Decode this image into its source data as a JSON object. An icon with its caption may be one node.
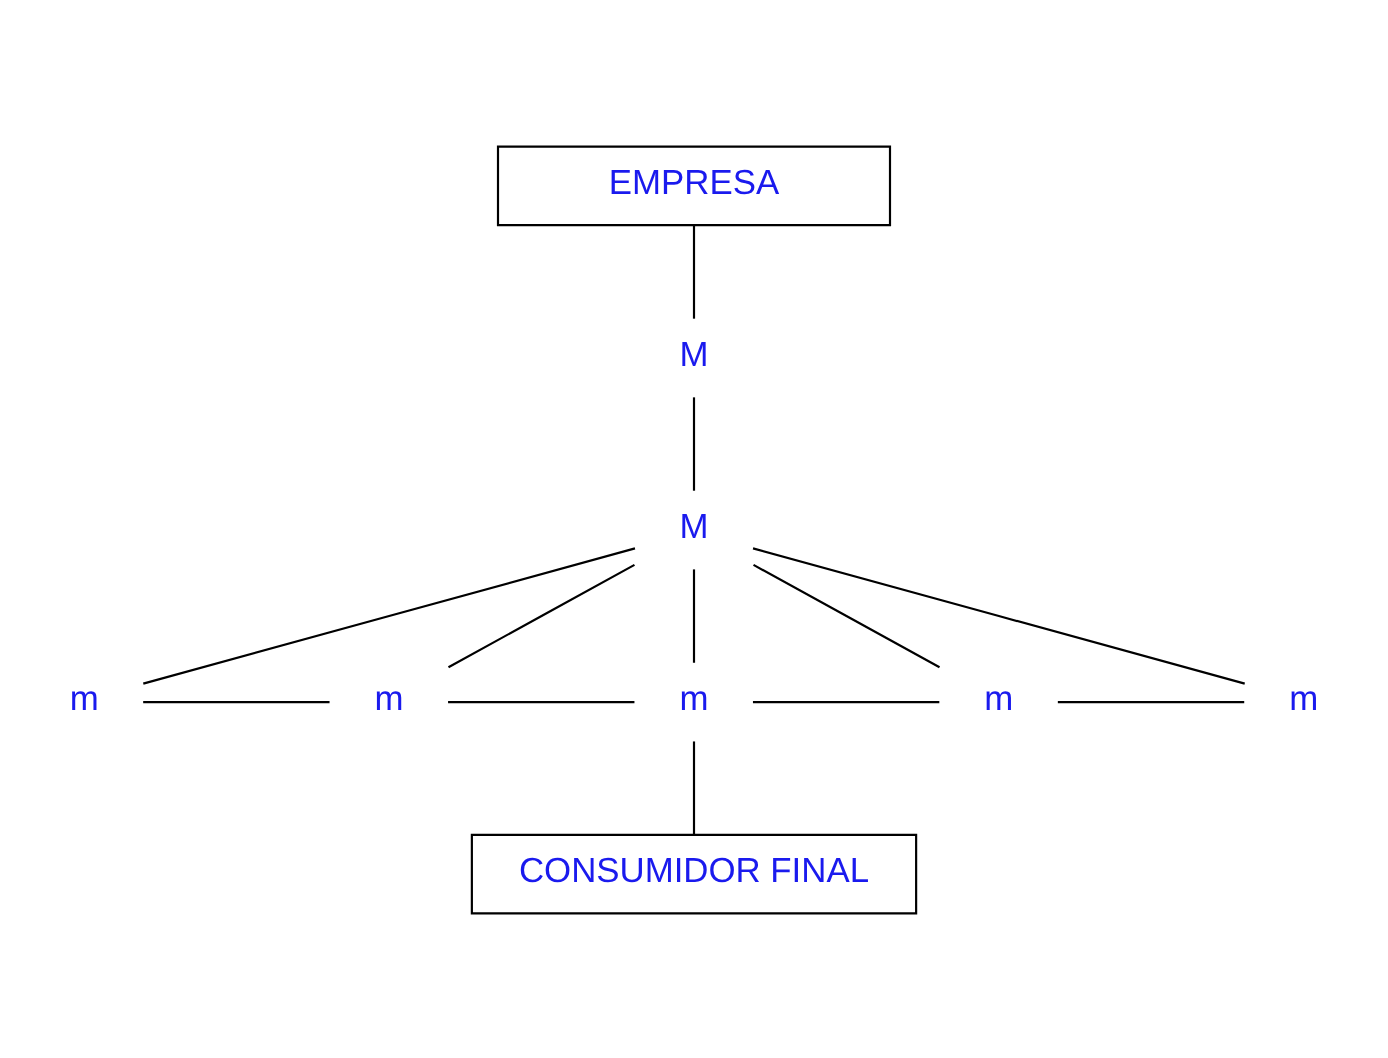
{
  "diagram": {
    "nodes": [
      {
        "text": [
          "EMPRESA"
        ]
      },
      {
        "text": [
          "M"
        ]
      },
      {
        "text": [
          "M"
        ]
      },
      {
        "text": [
          "m"
        ]
      },
      {
        "text": [
          "m"
        ]
      },
      {
        "text": [
          "m"
        ]
      },
      {
        "text": [
          "m"
        ]
      },
      {
        "text": [
          "m"
        ]
      },
      {
        "text": [
          "CONSUMIDOR FINAL"
        ]
      }
    ],
    "edges": [
      {
        "from": 0,
        "to": 1,
        "arrow": "none"
      },
      {
        "from": 1,
        "to": 2,
        "arrow": "none"
      },
      {
        "from": 2,
        "to": 3,
        "arrow": "none"
      },
      {
        "from": 2,
        "to": 4,
        "arrow": "none"
      },
      {
        "from": 2,
        "to": 5,
        "arrow": "none"
      },
      {
        "from": 2,
        "to": 6,
        "arrow": "none"
      },
      {
        "from": 2,
        "to": 7,
        "arrow": "none"
      },
      {
        "from": 3,
        "to": 4,
        "arrow": "none"
      },
      {
        "from": 4,
        "to": 5,
        "arrow": "none"
      },
      {
        "from": 5,
        "to": 6,
        "arrow": "none"
      },
      {
        "from": 6,
        "to": 7,
        "arrow": "none"
      },
      {
        "from": 5,
        "to": 8,
        "arrow": "none"
      }
    ]
  }
}
